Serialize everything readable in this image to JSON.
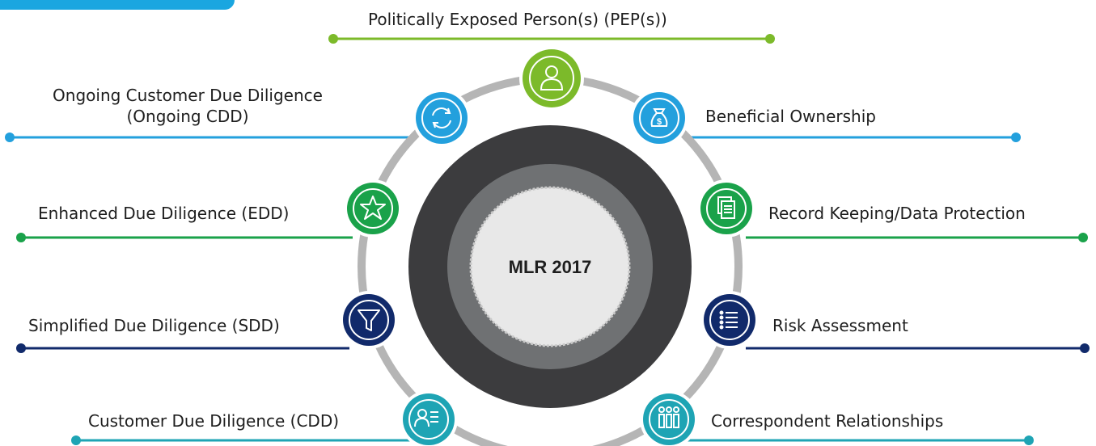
{
  "center": {
    "label": "MLR 2017"
  },
  "colors": {
    "green": "#7cba2a",
    "blue": "#23a0dd",
    "darkgreen": "#1aa24a",
    "navy": "#112a6b",
    "teal": "#1ea4b4",
    "ring": "#b5b5b5",
    "disk": "#3c3c3e",
    "mid": "#6f7173",
    "core": "#e8e8e8"
  },
  "nodes": [
    {
      "id": "pep",
      "label": "Politically Exposed Person(s) (PEP(s))",
      "color": "green",
      "icon": "person-icon"
    },
    {
      "id": "ongoing-cdd",
      "label": "Ongoing Customer Due Diligence (Ongoing CDD)",
      "color": "blue",
      "icon": "refresh-icon"
    },
    {
      "id": "beneficial-ownership",
      "label": "Beneficial Ownership",
      "color": "blue",
      "icon": "money-bag-icon"
    },
    {
      "id": "edd",
      "label": "Enhanced Due Diligence (EDD)",
      "color": "darkgreen",
      "icon": "star-icon"
    },
    {
      "id": "record-keeping",
      "label": "Record Keeping/Data Protection",
      "color": "darkgreen",
      "icon": "documents-icon"
    },
    {
      "id": "sdd",
      "label": "Simplified Due Diligence (SDD)",
      "color": "navy",
      "icon": "filter-icon"
    },
    {
      "id": "risk-assessment",
      "label": "Risk Assessment",
      "color": "navy",
      "icon": "list-icon"
    },
    {
      "id": "cdd",
      "label": "Customer Due Diligence (CDD)",
      "color": "teal",
      "icon": "customer-list-icon"
    },
    {
      "id": "correspondent",
      "label": "Correspondent Relationships",
      "color": "teal",
      "icon": "group-icon"
    }
  ]
}
